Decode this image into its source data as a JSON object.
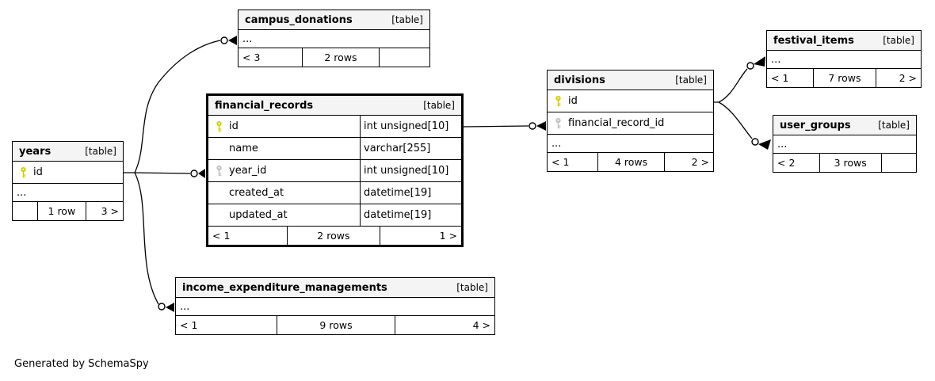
{
  "generator_note": "Generated by SchemaSpy",
  "tables": {
    "campus_donations": {
      "name": "campus_donations",
      "tag": "[table]",
      "more": "...",
      "footer": {
        "left": "< 3",
        "center": "2 rows",
        "right": ""
      }
    },
    "financial_records": {
      "name": "financial_records",
      "tag": "[table]",
      "columns": [
        {
          "name": "id",
          "type": "int unsigned[10]",
          "key": "primary"
        },
        {
          "name": "name",
          "type": "varchar[255]",
          "key": ""
        },
        {
          "name": "year_id",
          "type": "int unsigned[10]",
          "key": "foreign"
        },
        {
          "name": "created_at",
          "type": "datetime[19]",
          "key": ""
        },
        {
          "name": "updated_at",
          "type": "datetime[19]",
          "key": ""
        }
      ],
      "footer": {
        "left": "< 1",
        "center": "2 rows",
        "right": "1 >"
      }
    },
    "years": {
      "name": "years",
      "tag": "[table]",
      "more": "...",
      "columns": [
        {
          "name": "id",
          "key": "primary"
        }
      ],
      "footer": {
        "left": "",
        "center": "1 row",
        "right": "3 >"
      }
    },
    "divisions": {
      "name": "divisions",
      "tag": "[table]",
      "more": "...",
      "columns": [
        {
          "name": "id",
          "key": "primary"
        },
        {
          "name": "financial_record_id",
          "key": "foreign"
        }
      ],
      "footer": {
        "left": "< 1",
        "center": "4 rows",
        "right": "2 >"
      }
    },
    "festival_items": {
      "name": "festival_items",
      "tag": "[table]",
      "more": "...",
      "footer": {
        "left": "< 1",
        "center": "7 rows",
        "right": "2 >"
      }
    },
    "user_groups": {
      "name": "user_groups",
      "tag": "[table]",
      "more": "...",
      "footer": {
        "left": "< 2",
        "center": "3 rows",
        "right": ""
      }
    },
    "income_expenditure_managements": {
      "name": "income_expenditure_managements",
      "tag": "[table]",
      "more": "...",
      "footer": {
        "left": "< 1",
        "center": "9 rows",
        "right": "4 >"
      }
    }
  },
  "edges": [
    {
      "from": "years.id",
      "to": "campus_donations"
    },
    {
      "from": "years.id",
      "to": "financial_records.year_id"
    },
    {
      "from": "years.id",
      "to": "income_expenditure_managements"
    },
    {
      "from": "financial_records.id",
      "to": "divisions.financial_record_id"
    },
    {
      "from": "divisions.id",
      "to": "festival_items"
    },
    {
      "from": "divisions.id",
      "to": "user_groups"
    }
  ],
  "colors": {
    "primary_key": "#cfcf00",
    "foreign_key": "#bfbfbf",
    "header_bg": "#f4f4f4",
    "line": "#000000"
  }
}
